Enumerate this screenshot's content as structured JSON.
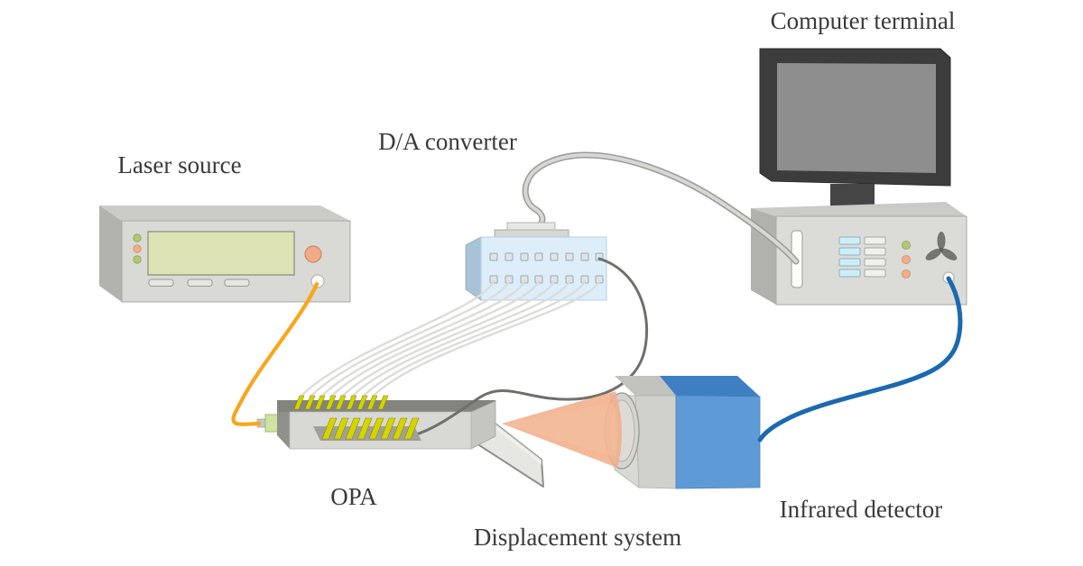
{
  "labels": {
    "laser_source": "Laser source",
    "da_converter": "D/A converter",
    "computer_terminal": "Computer terminal",
    "opa": "OPA",
    "displacement_system": "Displacement system",
    "infrared_detector": "Infrared detector"
  },
  "components": [
    {
      "id": "laser-source",
      "label": "Laser source",
      "appearance": "gray bench instrument, blank pale-green LCD, 3 LEDs (green/orange/green), 3 flat buttons, orange knob, white fiber port"
    },
    {
      "id": "da-converter",
      "label": "D/A converter",
      "appearance": "light-blue box, 2 rows of 8 gray output ports, gray connector block on top"
    },
    {
      "id": "computer-terminal",
      "label": "Computer terminal",
      "appearance": "dark monitor with gray screen on gray control unit: white vertical slot, 4 cyan + 4 white buttons, LEDs (green/orange/orange), 3-blade fan, round cable port"
    },
    {
      "id": "opa",
      "label": "OPA",
      "appearance": "gray chip module, 9 yellow wire-bond pins on top edge, 8 yellow pins in inner recess, green fiber connector at left"
    },
    {
      "id": "displacement-system",
      "label": "Displacement system",
      "appearance": "tilted light-gray plate"
    },
    {
      "id": "infrared-detector",
      "label": "Infrared detector",
      "appearance": "blue camera body with gray lens housing, salmon beam cone entering lens"
    }
  ],
  "connections": [
    {
      "from": "laser-source",
      "to": "opa",
      "style": "yellow optical fiber",
      "color": "#f9a61a"
    },
    {
      "from": "da-converter",
      "to": "opa",
      "style": "8 light-gray ribbon wires to top pins",
      "color": "#dcdcdc"
    },
    {
      "from": "da-converter",
      "to": "opa",
      "style": "dark signal cable from top-right port",
      "color": "#6f6f6f"
    },
    {
      "from": "da-converter",
      "to": "computer-terminal",
      "style": "gray cable into front slot",
      "color": "#c8c8c6"
    },
    {
      "from": "infrared-detector",
      "to": "computer-terminal",
      "style": "blue cable into round port",
      "color": "#1b69b0"
    }
  ],
  "colors": {
    "background": "#ffffff",
    "label_text": "#3a3a3a",
    "fiber_yellow": "#f9a61a",
    "signal_cable_gray": "#6f6f6f",
    "ribbon_wire_gray": "#dcdcdc",
    "link_cable_gray": "#c8c8c6",
    "detector_cable_blue": "#1b69b0",
    "da_box_blue": "#ddeefa",
    "detector_blue": "#5e9ad5",
    "detector_blue_top": "#3d7fc2",
    "beam_salmon": "#f1ae8a",
    "opa_pin_yellow": "#d4d400",
    "screen_green": "#dde3b4",
    "led_green": "#aec973",
    "led_orange": "#f2ae85",
    "button_cyan": "#cdeef6",
    "device_gray": "#d9d9d6",
    "monitor_dark": "#3c3c3c"
  }
}
